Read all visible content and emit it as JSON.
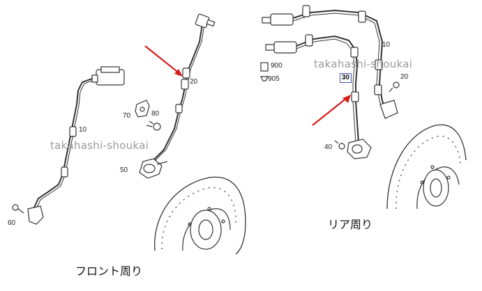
{
  "front": {
    "labels": {
      "p10": "10",
      "p20": "20",
      "p50": "50",
      "p60": "60",
      "p70": "70",
      "p80": "80"
    },
    "watermark": "takahashi-shoukai",
    "caption": "フロント周り"
  },
  "rear": {
    "labels": {
      "p10": "10",
      "p20": "20",
      "p30": "30",
      "p40": "40",
      "p900": "900",
      "p905": "905"
    },
    "watermark": "takahashi-shoukai",
    "caption": "リア周り"
  },
  "colors": {
    "arrow": "#d81a1a",
    "highlight_box": "#3a55c0",
    "line": "#333333"
  }
}
